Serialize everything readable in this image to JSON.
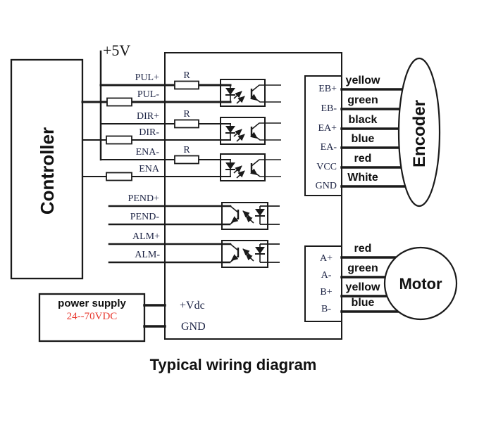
{
  "title": "Typical wiring diagram",
  "controller": {
    "label": "Controller"
  },
  "rail_label": "+5V",
  "resistor_label": "R",
  "signals": [
    "PUL+",
    "PUL-",
    "DIR+",
    "DIR-",
    "ENA-",
    "ENA",
    "PEND+",
    "PEND-",
    "ALM+",
    "ALM-"
  ],
  "driver": {
    "encoder_pins": [
      "EB+",
      "EB-",
      "EA+",
      "EA-",
      "VCC",
      "GND"
    ],
    "motor_pins": [
      "A+",
      "A-",
      "B+",
      "B-"
    ],
    "power_pins": [
      "+Vdc",
      "GND"
    ]
  },
  "encoder": {
    "label": "Encoder",
    "wire_colors": [
      "yellow",
      "green",
      "black",
      "blue",
      "red",
      "White"
    ]
  },
  "motor": {
    "label": "Motor",
    "wire_colors": [
      "red",
      "green",
      "yellow",
      "blue"
    ]
  },
  "power_supply": {
    "name": "power supply",
    "voltage": "24--70VDC"
  },
  "colors": {
    "line_ink": "#1a1a1a",
    "pin_label_ink": "#1c2344",
    "voltage_text": "#e8382e",
    "background": "#ffffff"
  }
}
